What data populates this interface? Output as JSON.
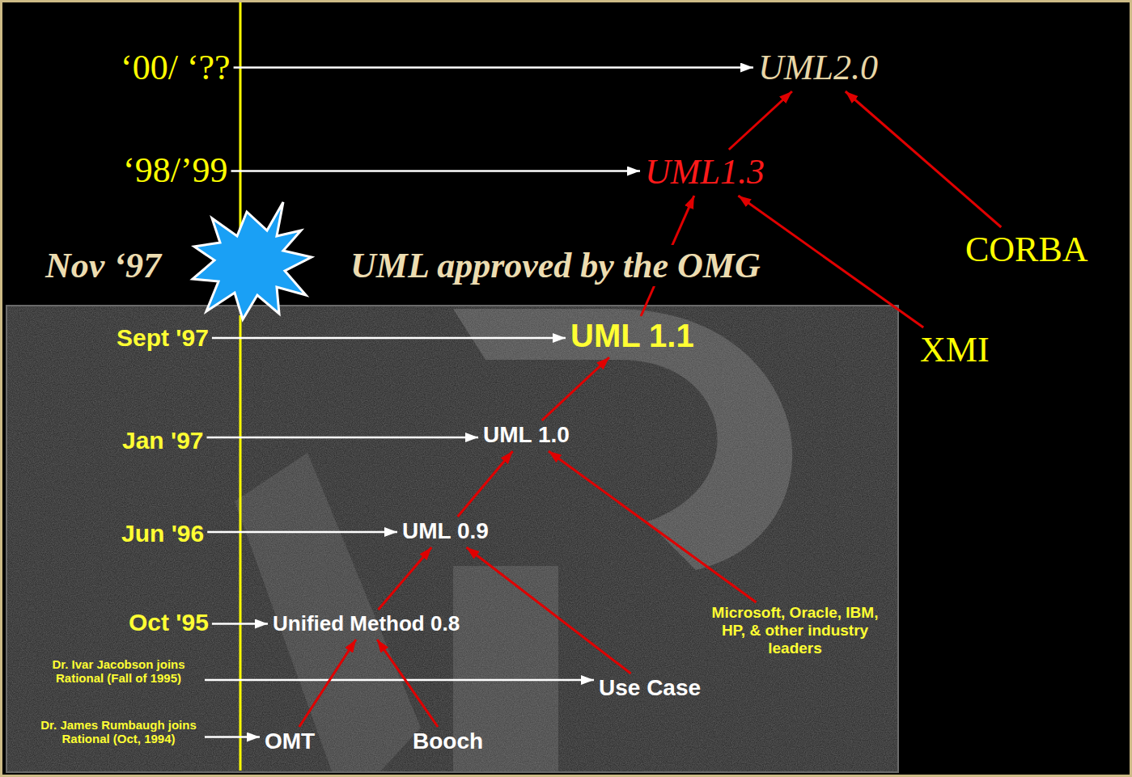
{
  "diagram": {
    "nodes": [
      {
        "text": [
          "‘00/ ‘??"
        ]
      },
      {
        "text": [
          "UML2.0"
        ]
      },
      {
        "text": [
          "‘98/’99"
        ]
      },
      {
        "text": [
          "UML1.3"
        ]
      },
      {
        "text": [
          "CORBA"
        ]
      },
      {
        "text": [
          "XMI"
        ]
      },
      {
        "text": [
          "Sept '97"
        ]
      },
      {
        "text": [
          "UML 1.1"
        ]
      },
      {
        "text": [
          "Jan '97"
        ]
      },
      {
        "text": [
          "UML 1.0"
        ]
      },
      {
        "text": [
          "Jun '96"
        ]
      },
      {
        "text": [
          "UML 0.9"
        ]
      },
      {
        "text": [
          "Microsoft, Oracle, IBM, HP, & other industry leaders"
        ]
      },
      {
        "text": [
          "Oct '95"
        ]
      },
      {
        "text": [
          "Unified Method 0.8"
        ]
      },
      {
        "text": [
          "Dr. Ivar Jacobson joins Rational (Fall of 1995)"
        ]
      },
      {
        "text": [
          "Use Case"
        ]
      },
      {
        "text": [
          "Dr. James Rumbaugh joins Rational (Oct, 1994)"
        ]
      },
      {
        "text": [
          "OMT"
        ]
      },
      {
        "text": [
          "Booch"
        ]
      }
    ],
    "edges": [
      {
        "from": 0,
        "to": 1,
        "arrow": "to"
      },
      {
        "from": 3,
        "to": 1,
        "arrow": "to"
      },
      {
        "from": 4,
        "to": 1,
        "arrow": "to"
      },
      {
        "from": 2,
        "to": 3,
        "arrow": "to"
      },
      {
        "from": 5,
        "to": 3,
        "arrow": "to"
      },
      {
        "from": 7,
        "to": 3,
        "arrow": "to"
      },
      {
        "from": 6,
        "to": 7,
        "arrow": "to"
      },
      {
        "from": 9,
        "to": 7,
        "arrow": "to"
      },
      {
        "from": 8,
        "to": 9,
        "arrow": "to"
      },
      {
        "from": 11,
        "to": 9,
        "arrow": "to"
      },
      {
        "from": 12,
        "to": 9,
        "arrow": "to"
      },
      {
        "from": 10,
        "to": 11,
        "arrow": "to"
      },
      {
        "from": 14,
        "to": 11,
        "arrow": "to"
      },
      {
        "from": 16,
        "to": 11,
        "arrow": "to"
      },
      {
        "from": 13,
        "to": 14,
        "arrow": "to"
      },
      {
        "from": 15,
        "to": 16,
        "arrow": "to"
      },
      {
        "from": 17,
        "to": 18,
        "arrow": "to"
      },
      {
        "from": 18,
        "to": 14,
        "arrow": "to"
      },
      {
        "from": 19,
        "to": 14,
        "arrow": "to"
      }
    ],
    "labels": [
      "Nov ‘97",
      "UML approved by the OMG"
    ]
  }
}
